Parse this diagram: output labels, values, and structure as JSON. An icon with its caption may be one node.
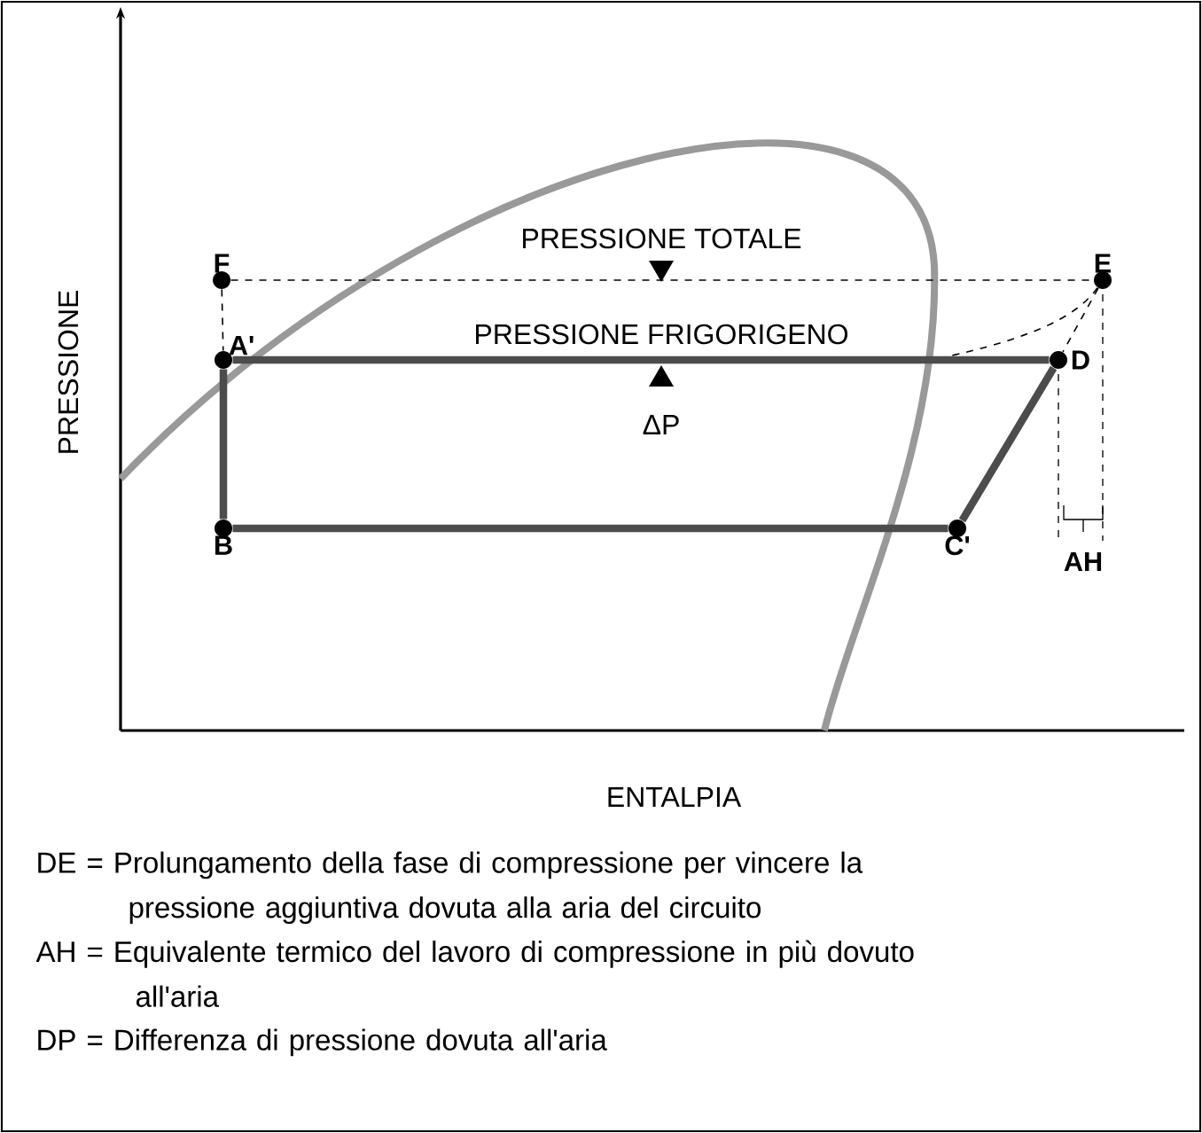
{
  "diagram": {
    "nodes": [
      {
        "text": [
          "F"
        ]
      },
      {
        "text": [
          "E"
        ]
      },
      {
        "text": [
          "A'"
        ]
      },
      {
        "text": [
          "D"
        ]
      },
      {
        "text": [
          "B"
        ]
      },
      {
        "text": [
          "C'"
        ]
      }
    ],
    "edges": [
      {
        "from": 0,
        "to": 1,
        "arrow": "none",
        "style": "dashed",
        "color": "#000000"
      },
      {
        "from": 0,
        "to": 2,
        "arrow": "none",
        "style": "dashed",
        "color": "#000000"
      },
      {
        "from": 1,
        "to": 3,
        "arrow": "none",
        "style": "dashed",
        "color": "#000000"
      },
      {
        "from": 1,
        "to": null,
        "arrow": "none",
        "style": "dashed",
        "color": "#000000"
      },
      {
        "from": 2,
        "to": 3,
        "arrow": "none",
        "style": "thick"
      },
      {
        "from": 2,
        "to": 4,
        "arrow": "none",
        "style": "thick"
      },
      {
        "from": 4,
        "to": 5,
        "arrow": "none",
        "style": "thick"
      },
      {
        "from": 5,
        "to": 3,
        "arrow": "none",
        "style": "thick"
      }
    ],
    "labels": [
      "PRESSIONE TOTALE",
      "PRESSIONE FRIGORIGENO",
      "ΔP",
      "AH",
      "PRESSIONE",
      "ENTALPIA",
      "DE = Prolungamento della fase di compressione per vincere la pressione aggiuntiva dovuta alla aria del circuito",
      "AH = Equivalente termico del lavoro di compressione in più dovuto all'aria",
      "DP = Differenza di pressione dovuta all'aria"
    ]
  }
}
